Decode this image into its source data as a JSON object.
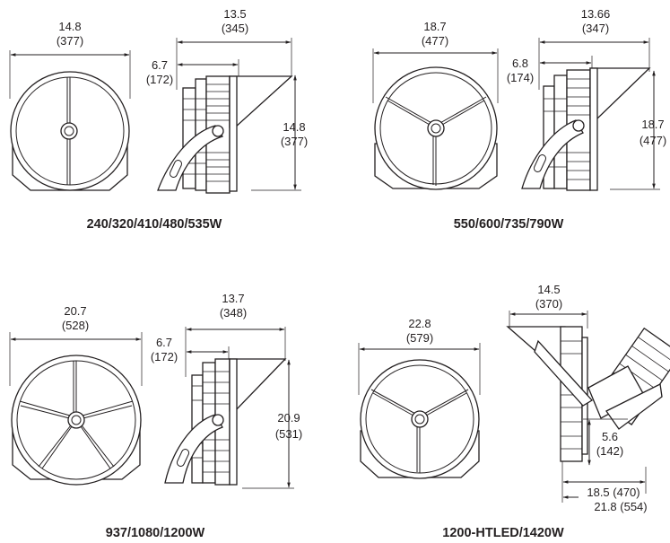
{
  "diagrams": [
    {
      "caption": "240/320/410/480/535W",
      "front_width": "14.8",
      "front_width_mm": "(377)",
      "depth": "13.5",
      "depth_mm": "(345)",
      "offset": "6.7",
      "offset_mm": "(172)",
      "height": "14.8",
      "height_mm": "(377)",
      "spokes": 2
    },
    {
      "caption": "550/600/735/790W",
      "front_width": "18.7",
      "front_width_mm": "(477)",
      "depth": "13.66",
      "depth_mm": "(347)",
      "offset": "6.8",
      "offset_mm": "(174)",
      "height": "18.7",
      "height_mm": "(477)",
      "spokes": 3
    },
    {
      "caption": "937/1080/1200W",
      "front_width": "20.7",
      "front_width_mm": "(528)",
      "depth": "13.7",
      "depth_mm": "(348)",
      "offset": "6.7",
      "offset_mm": "(172)",
      "height": "20.9",
      "height_mm": "(531)",
      "spokes": 5
    },
    {
      "caption": "1200-HTLED/1420W",
      "front_width": "22.8",
      "front_width_mm": "(579)",
      "depth": "14.5",
      "depth_mm": "(370)",
      "offset": "5.6",
      "offset_mm": "(142)",
      "tilt_dim_1": "18.5 (470)",
      "tilt_dim_2": "21.8 (554)",
      "spokes": 3
    }
  ]
}
